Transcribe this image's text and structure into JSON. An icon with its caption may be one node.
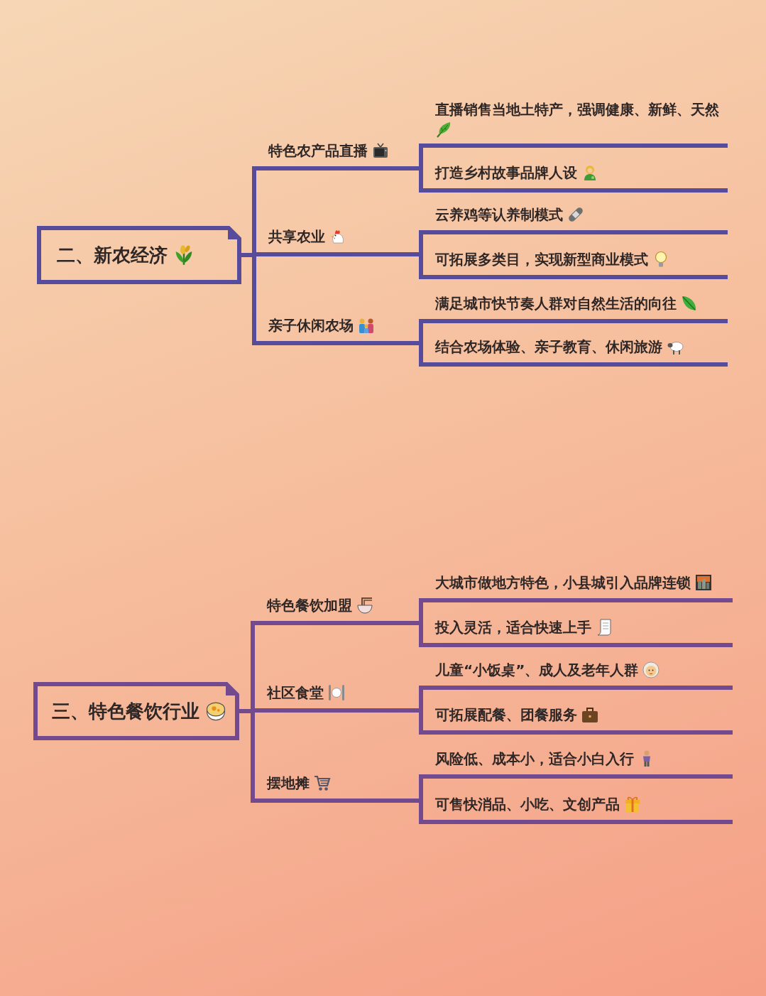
{
  "diagram": {
    "nodes": [
      {
        "text": [
          "二、新农经济"
        ]
      },
      {
        "text": [
          "特色农产品直播"
        ]
      },
      {
        "text": [
          "直播销售当地土特产，强调健康、新鲜、天然"
        ]
      },
      {
        "text": [
          "打造乡村故事品牌人设"
        ]
      },
      {
        "text": [
          "共享农业"
        ]
      },
      {
        "text": [
          "云养鸡等认养制模式"
        ]
      },
      {
        "text": [
          "可拓展多类目，实现新型商业模式"
        ]
      },
      {
        "text": [
          "亲子休闲农场"
        ]
      },
      {
        "text": [
          "满足城市快节奏人群对自然生活的向往"
        ]
      },
      {
        "text": [
          "结合农场体验、亲子教育、休闲旅游"
        ]
      },
      {
        "text": [
          "三、特色餐饮行业"
        ]
      },
      {
        "text": [
          "特色餐饮加盟"
        ]
      },
      {
        "text": [
          "大城市做地方特色，小县城引入品牌连锁"
        ]
      },
      {
        "text": [
          "投入灵活，适合快速上手"
        ]
      },
      {
        "text": [
          "社区食堂"
        ]
      },
      {
        "text": [
          "儿童“小饭桌”、成人及老年人群"
        ]
      },
      {
        "text": [
          "可拓展配餐、团餐服务"
        ]
      },
      {
        "text": [
          "摆地摊"
        ]
      },
      {
        "text": [
          "风险低、成本小，适合小白入行"
        ]
      },
      {
        "text": [
          "可售快消品、小吃、文创产品"
        ]
      }
    ],
    "edges": [
      {
        "from": 0,
        "to": 1,
        "arrow": "none"
      },
      {
        "from": 0,
        "to": 4,
        "arrow": "none"
      },
      {
        "from": 0,
        "to": 7,
        "arrow": "none"
      },
      {
        "from": 1,
        "to": 2,
        "arrow": "none"
      },
      {
        "from": 1,
        "to": 3,
        "arrow": "none"
      },
      {
        "from": 4,
        "to": 5,
        "arrow": "none"
      },
      {
        "from": 4,
        "to": 6,
        "arrow": "none"
      },
      {
        "from": 7,
        "to": 8,
        "arrow": "none"
      },
      {
        "from": 7,
        "to": 9,
        "arrow": "none"
      },
      {
        "from": 10,
        "to": 11,
        "arrow": "none",
        "color": "#744a8f"
      },
      {
        "from": 10,
        "to": 14,
        "arrow": "none",
        "color": "#744a8f"
      },
      {
        "from": 10,
        "to": 17,
        "arrow": "none",
        "color": "#744a8f"
      },
      {
        "from": 11,
        "to": 12,
        "arrow": "none",
        "color": "#744a8f"
      },
      {
        "from": 11,
        "to": 13,
        "arrow": "none",
        "color": "#744a8f"
      },
      {
        "from": 14,
        "to": 15,
        "arrow": "none",
        "color": "#744a8f"
      },
      {
        "from": 14,
        "to": 16,
        "arrow": "none",
        "color": "#744a8f"
      },
      {
        "from": 17,
        "to": 18,
        "arrow": "none",
        "color": "#744a8f"
      },
      {
        "from": 17,
        "to": 19,
        "arrow": "none",
        "color": "#744a8f"
      }
    ]
  }
}
